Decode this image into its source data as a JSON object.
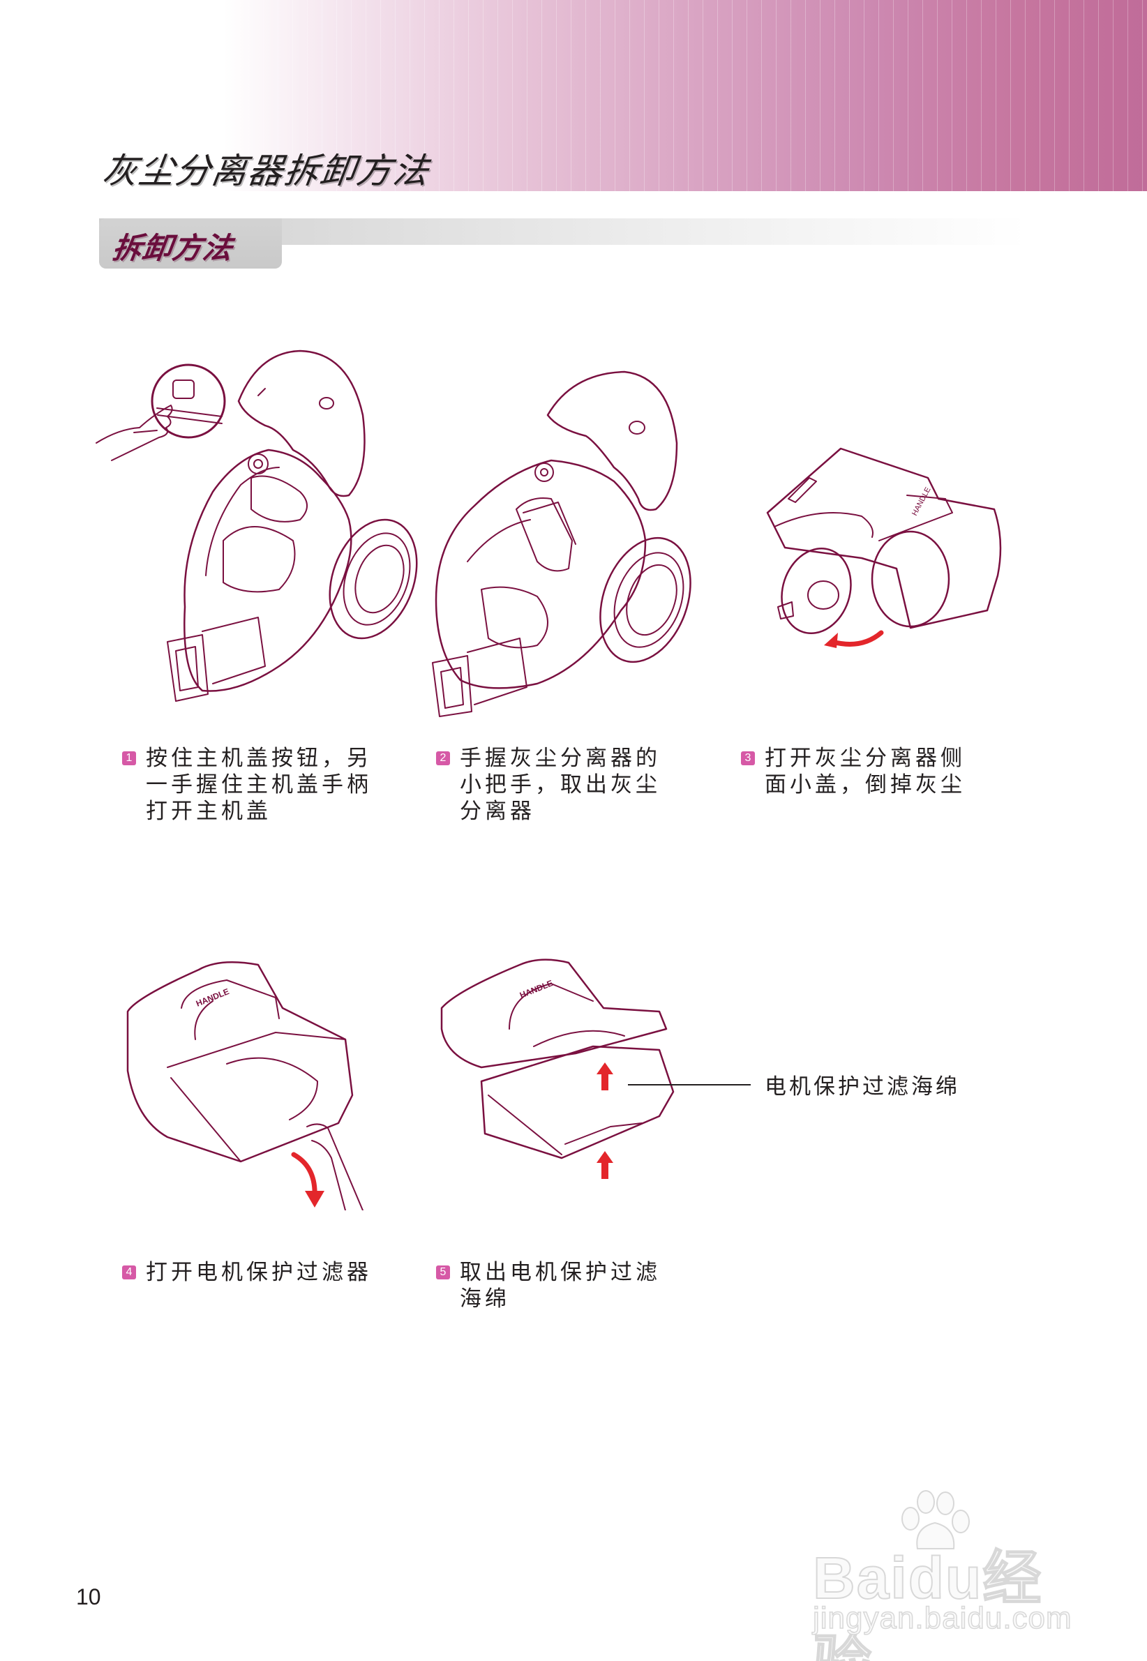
{
  "header": {
    "title": "灰尘分离器拆卸方法",
    "gradient_colors": [
      "#ffffff",
      "#e6c1d6",
      "#c06c99"
    ]
  },
  "section": {
    "title": "拆卸方法",
    "title_color": "#6a0d3c"
  },
  "steps": [
    {
      "number": "1",
      "text": "按住主机盖按钮，另\n一手握住主机盖手柄\n打开主机盖",
      "figure": "vacuum-lid-open-with-button-inset-icon"
    },
    {
      "number": "2",
      "text": "手握灰尘分离器的\n小把手，取出灰尘\n分离器",
      "figure": "vacuum-separator-handle-icon"
    },
    {
      "number": "3",
      "text": "打开灰尘分离器侧\n面小盖，倒掉灰尘",
      "figure": "separator-side-cover-open-icon"
    },
    {
      "number": "4",
      "text": "打开电机保护过滤器",
      "figure": "motor-filter-open-icon"
    },
    {
      "number": "5",
      "text": "取出电机保护过滤\n海绵",
      "figure": "motor-filter-sponge-remove-icon"
    }
  ],
  "callout": {
    "label": "电机保护过滤海绵"
  },
  "figure_labels": {
    "handle": "HANDLE"
  },
  "badge_color": "#d659a6",
  "arrow_color": "#e3262b",
  "line_color": "#7a1040",
  "footer": {
    "page_number": "10",
    "watermark_logo": "Baidu经验",
    "watermark_url": "jingyan.baidu.com"
  }
}
